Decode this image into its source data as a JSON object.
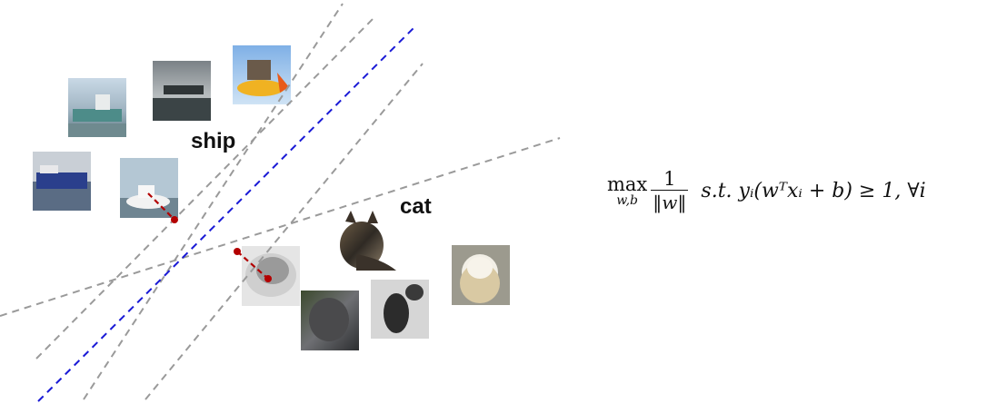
{
  "labels": {
    "ship": "ship",
    "cat": "cat"
  },
  "formula": {
    "operator": "max",
    "subscript": "w,b",
    "numerator": "1",
    "denominator": "‖w‖",
    "constraint": "s.t. yᵢ(wᵀxᵢ + b) ≥ 1, ∀i"
  },
  "colors": {
    "optimal_boundary": "#1a1ad6",
    "candidate_boundary": "#9a9a9a",
    "margin_marker": "#b30000"
  },
  "images": {
    "ship": [
      "ship-image",
      "ship-image",
      "ship-image",
      "ship-image",
      "ship-image"
    ],
    "cat": [
      "cat-image",
      "cat-image",
      "cat-image",
      "cat-image",
      "cat-image"
    ]
  }
}
